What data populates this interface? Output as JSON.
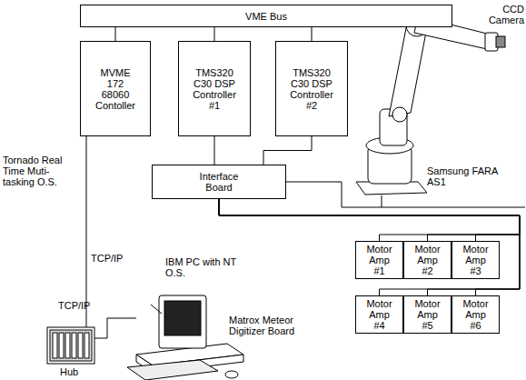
{
  "diagram": {
    "nodes": [
      {
        "text": [
          "VME Bus"
        ]
      },
      {
        "text": [
          "MVME 172 68060 Contoller"
        ]
      },
      {
        "text": [
          "TMS320 C30 DSP Controller #1"
        ]
      },
      {
        "text": [
          "TMS320 C30 DSP Controller #2"
        ]
      },
      {
        "text": [
          "Interface Board"
        ]
      },
      {
        "text": [
          "Motor Amp #1"
        ]
      },
      {
        "text": [
          "Motor Amp #2"
        ]
      },
      {
        "text": [
          "Motor Amp #3"
        ]
      },
      {
        "text": [
          "Motor Amp #4"
        ]
      },
      {
        "text": [
          "Motor Amp #5"
        ]
      },
      {
        "text": [
          "Motor Amp #6"
        ]
      }
    ],
    "edges": [
      {
        "from": 0,
        "to": 1,
        "arrow": "none"
      },
      {
        "from": 0,
        "to": 2,
        "arrow": "none"
      },
      {
        "from": 0,
        "to": 3,
        "arrow": "none"
      },
      {
        "from": 2,
        "to": 4,
        "arrow": "none"
      },
      {
        "from": 3,
        "to": 4,
        "arrow": "none"
      },
      {
        "from": 4,
        "to": 5,
        "arrow": "none"
      },
      {
        "from": 4,
        "to": 6,
        "arrow": "none"
      },
      {
        "from": 4,
        "to": 7,
        "arrow": "none"
      },
      {
        "from": 4,
        "to": 8,
        "arrow": "none"
      },
      {
        "from": 4,
        "to": 9,
        "arrow": "none"
      },
      {
        "from": 4,
        "to": 10,
        "arrow": "none"
      }
    ],
    "labels": [
      "Tornado Real Time Muti-tasking O.S.",
      "TCP/IP",
      "TCP/IP",
      "IBM PC with NT O.S.",
      "Matrox Meteor Digitizer Board",
      "Samsung FARA AS1",
      "CCD Camera",
      "Hub"
    ]
  }
}
